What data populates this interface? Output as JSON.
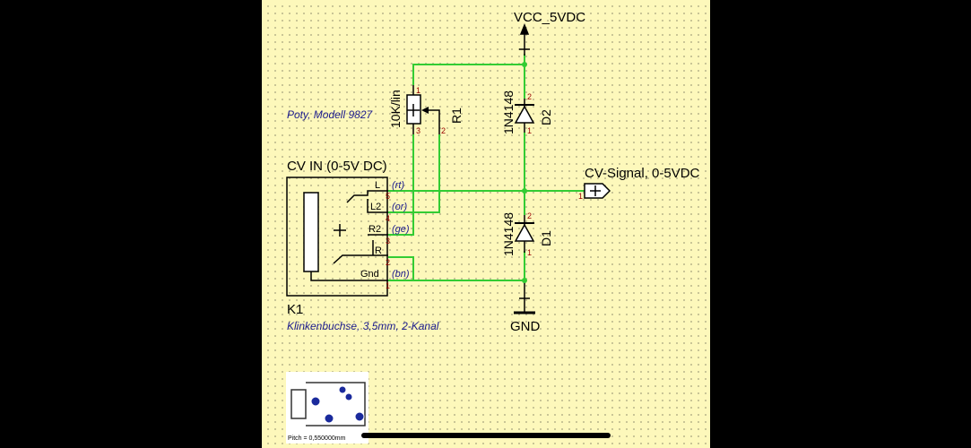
{
  "labels": {
    "vcc": "VCC_5VDC",
    "gnd": "GND",
    "pot_value": "10K/lin",
    "pot_ref": "R1",
    "pot_model": "Poty, Modell 9827",
    "d2_part": "1N4148",
    "d2_ref": "D2",
    "d1_part": "1N4148",
    "d1_ref": "D1",
    "cv_signal": "CV-Signal, 0-5VDC",
    "jack_title": "CV IN (0-5V DC)",
    "jack_ref": "K1",
    "jack_desc": "Klinkenbuchse, 3,5mm, 2-Kanal",
    "pitch": "Pitch = 0,550000mm"
  },
  "jack_pins": [
    {
      "name": "L",
      "color": "(rt)",
      "num": "5"
    },
    {
      "name": "L2",
      "color": "(or)",
      "num": "4"
    },
    {
      "name": "R2",
      "color": "(ge)",
      "num": "3"
    },
    {
      "name": "R",
      "color": "",
      "num": "2"
    },
    {
      "name": "Gnd",
      "color": "(bn)",
      "num": "1"
    }
  ],
  "pin_numbers": {
    "pot_top": "1",
    "pot_wiper": "2",
    "pot_bottom": "3",
    "d2_top": "2",
    "d2_bottom": "1",
    "d1_top": "2",
    "d1_bottom": "1",
    "cv_pin": "1"
  },
  "colors": {
    "wire": "#33cc33",
    "symbol": "#000000",
    "annotation": "#1a1a8c",
    "pin_number": "#990000",
    "sheet": "#fdf8bb"
  }
}
